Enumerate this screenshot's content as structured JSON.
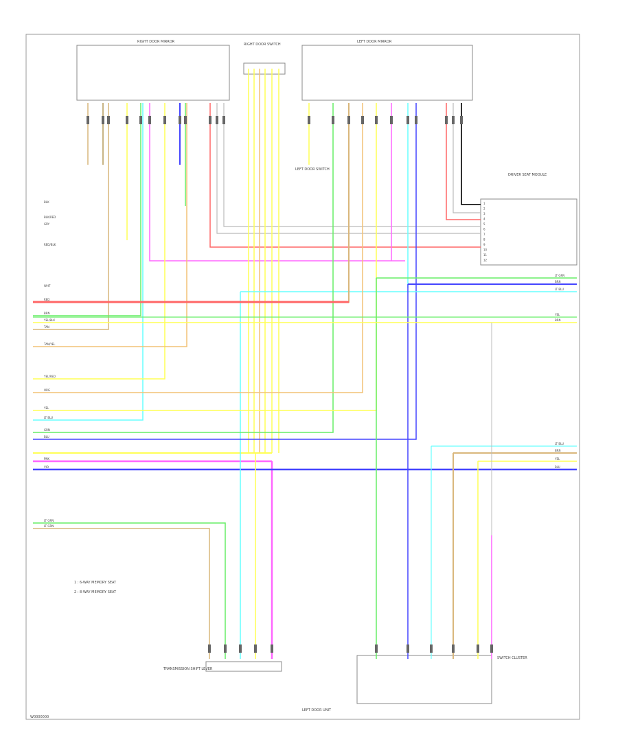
{
  "components": {
    "right_door_mirror": "RIGHT DOOR MIRROR",
    "left_door_mirror": "LEFT DOOR MIRROR",
    "right_door_switch": "RIGHT DOOR SWITCH",
    "left_door_switch": "LEFT DOOR SWITCH",
    "driver_seat_module": "DRIVER SEAT MODULE",
    "transmission_shift_lever": "TRANSMISSION SHIFT LEVER",
    "unit_left_door": "LEFT DOOR UNIT",
    "switch_cluster": "SWITCH CLUSTER"
  },
  "notes": [
    "1 : 6-WAY MEMORY SEAT",
    "2 : 8-WAY MEMORY SEAT"
  ],
  "corner_code": "W0000000",
  "wire_colors": {
    "tan": "#d9b77c",
    "tan_dark": "#b59a5c",
    "red": "#ff6666",
    "yellow": "#ffff55",
    "green": "#66ee66",
    "cyan": "#66ffff",
    "blue": "#4444ff",
    "pink": "#ff66ff",
    "orange": "#f2c277",
    "gray": "#bbbbbb",
    "dark": "#333333"
  },
  "left_wire_labels": [
    "LT GRN",
    "LT GRN",
    "RED",
    "BLU",
    "TAN",
    "YEL",
    "GRN",
    "BRN",
    "TAN/YEL",
    "YEL/RED",
    "PNK",
    "GRY",
    "ORG",
    "WHT",
    "RED/BLK",
    "YEL/BLK",
    "BLK",
    "VIO",
    "BLK/RED",
    "LT BLU"
  ],
  "right_wire_labels": [
    "LT GRN",
    "BRN",
    "LT BLU",
    "BRN",
    "YEL",
    "LT BLU",
    "BRN",
    "YEL",
    "BLU"
  ],
  "module_pins": [
    "1",
    "2",
    "3",
    "4",
    "5",
    "6",
    "7",
    "8",
    "9",
    "10",
    "11",
    "12"
  ]
}
